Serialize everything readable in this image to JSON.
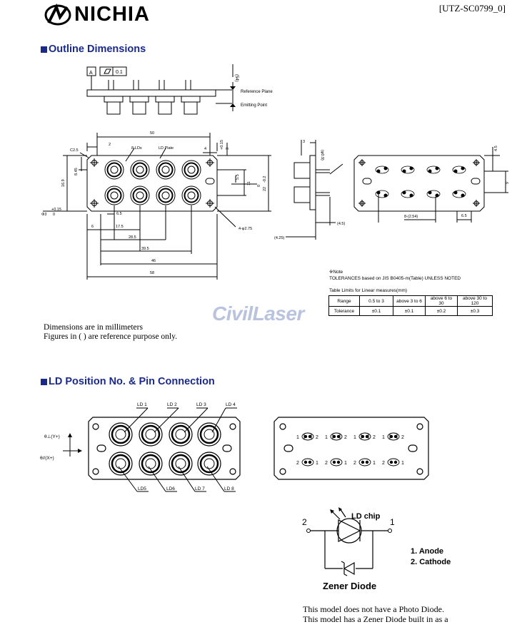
{
  "header": {
    "brand": "NICHIA",
    "doc_id": "[UTZ-SC0799_0]"
  },
  "sections": {
    "outline": "Outline Dimensions",
    "pins": "LD Position No. & Pin Connection"
  },
  "outline": {
    "datum_a": "A",
    "flat_val": "0.1",
    "ref_plane": "Reference Plane",
    "emit_point": "Emitting Point",
    "side_dim": "(54)",
    "dims": {
      "d50": "50",
      "d2": "2",
      "c25": "C2.5",
      "ld8": "8-LDs",
      "ldplate": "LD Plate",
      "d4": "4",
      "d3": "3",
      "tol015": "+0.15",
      "d0": "0",
      "d845": "8.45",
      "d169": "16.9",
      "d55": "5.5",
      "d11": "11",
      "d22": "22",
      "d02": "-0.2",
      "d65": "6.5",
      "d6": "6",
      "d175": "17.5",
      "d285": "28.5",
      "d395": "39.5",
      "d46": "46",
      "d58": "58",
      "holes": "4-φ2.75",
      "phi3": "Φ3",
      "s3": "3",
      "s_phi": "(φ0.9)",
      "s45": "(4.5)",
      "s425": "(4.25)",
      "r45": "4.5",
      "r9": "9",
      "r254": "8-(2.54)",
      "r65": "6.5"
    },
    "note_mark": "※Note",
    "note_line": "TOLERANCES based on JIS B0405-m(Table) UNLESS NOTED",
    "table_title": "Table Limits for Linear measures(mm)",
    "table_rows": [
      [
        "Range",
        "0.5 to 3",
        "above 3 to 6",
        "above 6 to 30",
        "above 30 to 120"
      ],
      [
        "Tolerance",
        "±0.1",
        "±0.1",
        "±0.2",
        "±0.3"
      ]
    ],
    "watermark": "CivilLaser",
    "units_note": "Dimensions are in millimeters",
    "ref_note": "Figures in ( ) are reference purpose only."
  },
  "pins": {
    "theta_perp": "θ⊥(Y+)",
    "theta_par": "θ//(X+)",
    "ld_labels": [
      "LD 1",
      "LD 2",
      "LD 3",
      "LD 4",
      "LD5",
      "LD6",
      "LD 7",
      "LD 8"
    ],
    "pin_1": "1",
    "pin_2": "2",
    "ld_chip": "LD chip",
    "zener": "Zener Diode",
    "legend": [
      "1. Anode",
      "2. Cathode"
    ],
    "footnote": [
      "This model does not have a Photo Diode.",
      "This model has a Zener Diode built in as a"
    ]
  }
}
